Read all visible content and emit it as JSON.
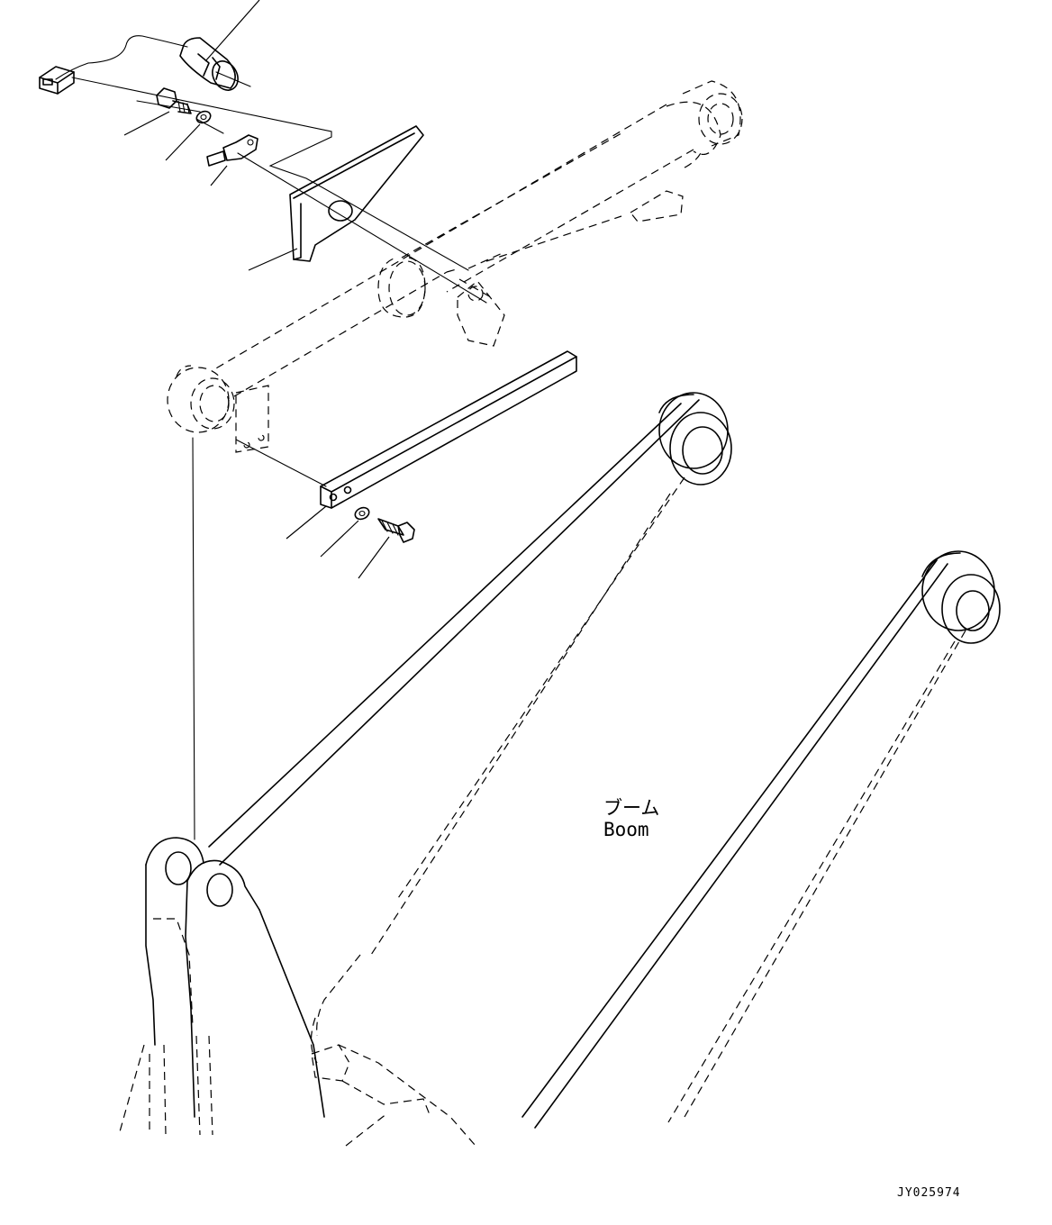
{
  "labels": {
    "boom_jp": "ブーム",
    "boom_en": "Boom",
    "drawing_code": "JY025974"
  }
}
